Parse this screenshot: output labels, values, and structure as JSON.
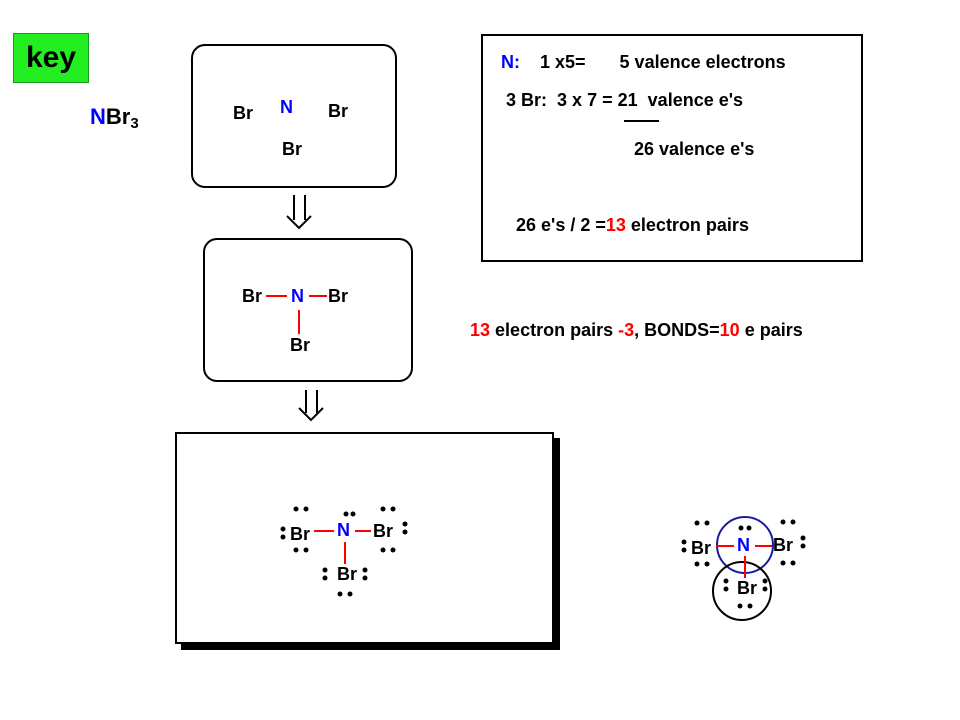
{
  "key_label": "key",
  "formula": {
    "element": "N",
    "ligand": "Br",
    "subscript": "3"
  },
  "step1": {
    "center": "N",
    "ligand_left": "Br",
    "ligand_right": "Br",
    "ligand_bottom": "Br"
  },
  "step2": {
    "center": "N",
    "ligand_left": "Br",
    "ligand_right": "Br",
    "ligand_bottom": "Br"
  },
  "step3": {
    "center": "N",
    "ligand_left": "Br",
    "ligand_right": "Br",
    "ligand_bottom": "Br"
  },
  "circled": {
    "center": "N",
    "ligand_left": "Br",
    "ligand_right": "Br",
    "ligand_bottom": "Br"
  },
  "calculation": {
    "line1": {
      "element": "N:",
      "mult": "1 x5=",
      "result": "5  valence electrons"
    },
    "line2": {
      "count": "3",
      "element": "Br:",
      "mult": "3 x 7",
      "eq": "= 21",
      "result": "valence e's"
    },
    "line3": {
      "total": "26  valence e's"
    },
    "line4": {
      "prefix": "26 e's / 2 =",
      "value": "13",
      "suffix": "electron  pairs"
    }
  },
  "bond_note": {
    "pairs": "13",
    "mid": "electron  pairs",
    "minus": "-3",
    "bonds_label": ", BONDS=",
    "bonds_value": "10",
    "suffix": "e pairs"
  },
  "colors": {
    "element_blue": "#0000ff",
    "highlight_red": "#ff0000",
    "key_green": "#22ee22",
    "circle_blue": "#1a1aa0"
  }
}
